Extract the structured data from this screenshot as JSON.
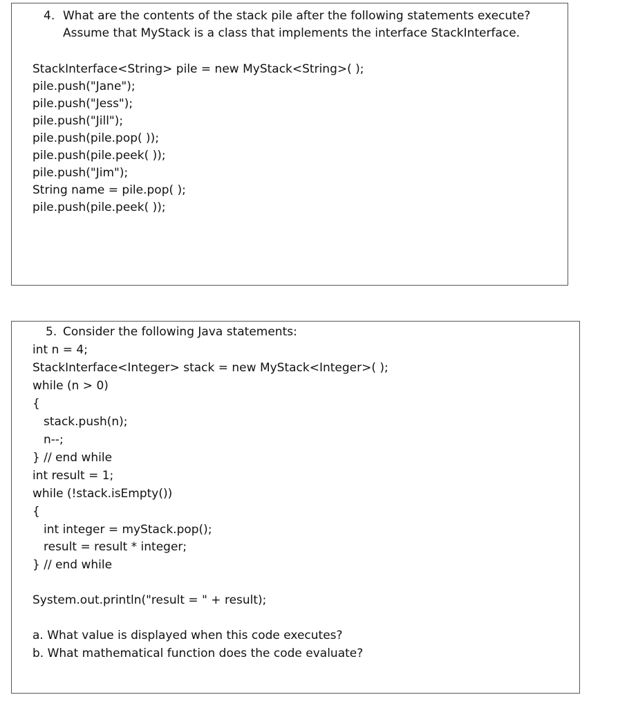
{
  "question4": {
    "number": "4.",
    "prompt_line1": "What are the contents of the stack pile after the following statements execute?",
    "prompt_line2": "Assume that MyStack is a class that implements the interface StackInterface.",
    "code": [
      "StackInterface<String> pile = new MyStack<String>( );",
      "pile.push(\"Jane\");",
      "pile.push(\"Jess\");",
      "pile.push(\"Jill\");",
      "pile.push(pile.pop( ));",
      "pile.push(pile.peek( ));",
      "pile.push(\"Jim\");",
      "String name = pile.pop( );",
      "pile.push(pile.peek( ));"
    ]
  },
  "question5": {
    "number": "5.",
    "prompt": "Consider the following Java statements:",
    "code": [
      "int n = 4;",
      "StackInterface<Integer> stack = new MyStack<Integer>( );",
      "while (n > 0)",
      "{",
      "stack.push(n);",
      "n--;",
      "} // end while",
      "int result = 1;",
      "while (!stack.isEmpty())",
      "{",
      "int integer = myStack.pop();",
      "result = result * integer;",
      "} // end while",
      "System.out.println(\"result = \" + result);"
    ],
    "sub_a": "a. What value is displayed when this code executes?",
    "sub_b": "b. What mathematical function does the code evaluate?"
  }
}
